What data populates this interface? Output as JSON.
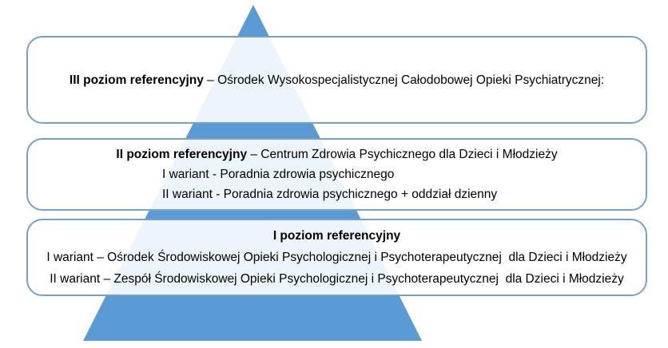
{
  "colors": {
    "pyramid_blue": "#5b9bd5",
    "box_border": "#7aa0c8",
    "box_fill": "rgba(255,255,255,0.89)",
    "text": "#000000"
  },
  "boxes": [
    {
      "id": "poziom-3",
      "heading": "III poziom referencyjny",
      "rest": " – Ośrodek Wysokospecjalistycznej Całodobowej Opieki Psychiatrycznej:",
      "lines": []
    },
    {
      "id": "poziom-2",
      "heading": "II poziom referencyjny",
      "rest": " – Centrum Zdrowia Psychicznego dla Dzieci i Młodzieży",
      "lines": [
        "I wariant - Poradnia zdrowia psychicznego",
        "II wariant - Poradnia zdrowia psychicznego + oddział dzienny"
      ]
    },
    {
      "id": "poziom-1",
      "heading": "I poziom referencyjny",
      "rest": "",
      "lines": [
        "I wariant – Ośrodek Środowiskowej Opieki Psychologicznej i Psychoterapeutycznej  dla Dzieci i Młodzieży",
        "II wariant – Zespół Środowiskowej Opieki Psychologicznej i Psychoterapeutycznej  dla Dzieci i Młodzieży"
      ]
    }
  ]
}
